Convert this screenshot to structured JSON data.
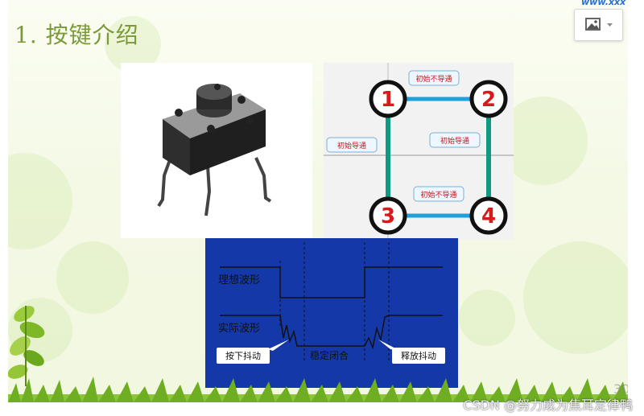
{
  "slide": {
    "title": "1. 按键介绍",
    "page_number": "30"
  },
  "diagram": {
    "pins": [
      "1",
      "2",
      "3",
      "4"
    ],
    "callout_top": "初始不导通",
    "callout_left": "初始导通",
    "callout_right": "初始导通",
    "callout_bottom": "初始不导通"
  },
  "waveform": {
    "ideal_label": "理想波形",
    "actual_label": "实际波形",
    "press_label": "按下抖动",
    "stable_label": "稳定闭合",
    "release_label": "释放抖动"
  },
  "toolbar": {
    "image_icon": "image-icon",
    "dropdown_icon": "caret-down-icon"
  },
  "watermark": {
    "text": "CSDN @努力成为焦耳定律鸭",
    "top_fragment": "www.xxx"
  },
  "colors": {
    "title": "#7a9a3a",
    "wave_bg": "#1538a8",
    "trace": "#1a1a1a",
    "conductor": "#0f9a82"
  }
}
